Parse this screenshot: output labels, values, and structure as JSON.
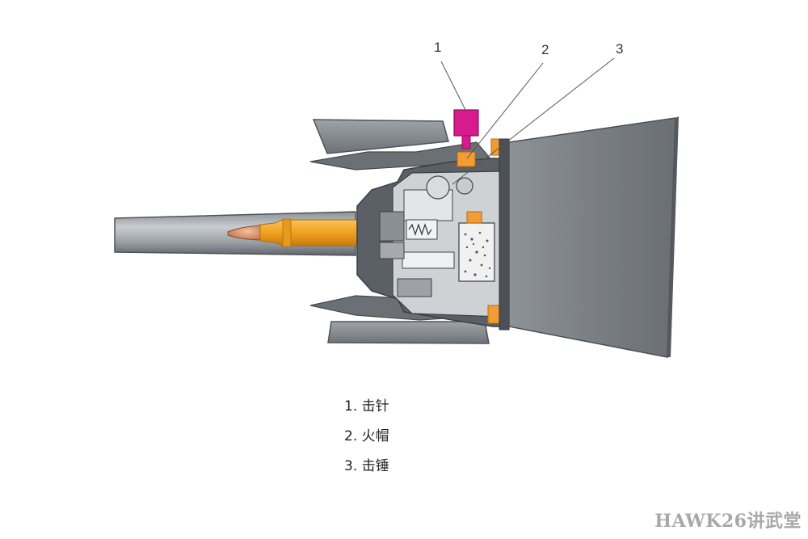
{
  "diagram": {
    "callouts": [
      {
        "number": "1"
      },
      {
        "number": "2"
      },
      {
        "number": "3"
      }
    ]
  },
  "legend": {
    "items": [
      {
        "text": "1. 击针"
      },
      {
        "text": "2. 火帽"
      },
      {
        "text": "3. 击锤"
      }
    ]
  },
  "watermark": {
    "text": "HAWK26讲武堂"
  },
  "colors": {
    "steel_dark": "#555b61",
    "steel_mid": "#7d8388",
    "steel_light": "#b8bcc0",
    "brass": "#f0a020",
    "primer_orange": "#f39c34",
    "firing_pin_magenta": "#d81b8c",
    "propellant": "#f1f1f1"
  }
}
